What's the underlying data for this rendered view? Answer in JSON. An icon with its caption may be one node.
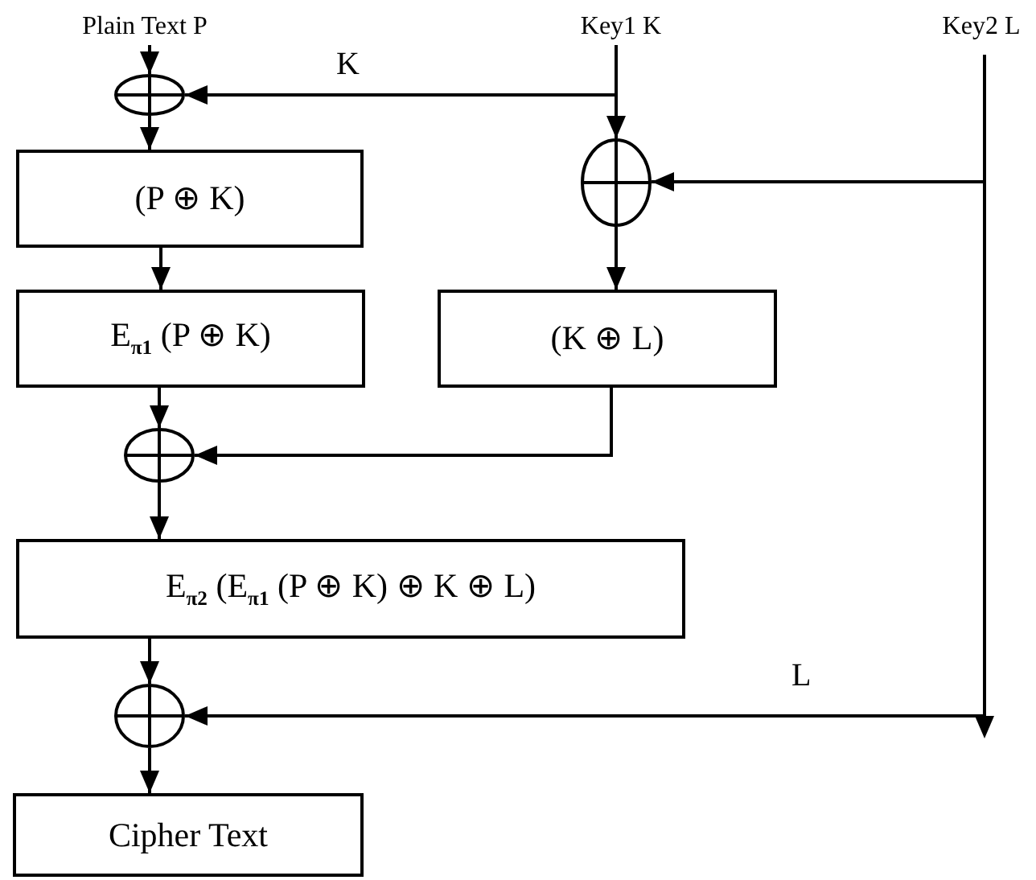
{
  "diagram": {
    "nodes": [
      {
        "text": [
          "Plain Text P"
        ]
      },
      {
        "text": [
          "Key1 K"
        ]
      },
      {
        "text": [
          "Key2 L"
        ]
      },
      {
        "text": [],
        "shape": "circle"
      },
      {
        "text": [
          "(P ⊕ K)"
        ]
      },
      {
        "text": [],
        "shape": "circle"
      },
      {
        "text": [
          "E$_{π1}$ (P ⊕ K)"
        ]
      },
      {
        "text": [
          "(K ⊕ L)"
        ]
      },
      {
        "text": [],
        "shape": "circle"
      },
      {
        "text": [
          "E$_{π2}$ (E$_{π1}$ (P ⊕ K) ⊕ K ⊕ L)"
        ]
      },
      {
        "text": [],
        "shape": "circle"
      },
      {
        "text": [
          "Cipher Text"
        ]
      }
    ],
    "edges": [
      {
        "from": 0,
        "to": 3,
        "arrow": "to"
      },
      {
        "from": 3,
        "to": 4,
        "arrow": "to"
      },
      {
        "from": 1,
        "to": 3,
        "arrow": "to",
        "label": "K"
      },
      {
        "from": 1,
        "to": 5,
        "arrow": "to"
      },
      {
        "from": 2,
        "to": 5,
        "arrow": "to"
      },
      {
        "from": 4,
        "to": 6,
        "arrow": "to"
      },
      {
        "from": 5,
        "to": 7,
        "arrow": "to"
      },
      {
        "from": 6,
        "to": 8,
        "arrow": "to"
      },
      {
        "from": 7,
        "to": 8,
        "arrow": "to"
      },
      {
        "from": 8,
        "to": 9,
        "arrow": "to"
      },
      {
        "from": 9,
        "to": 10,
        "arrow": "to"
      },
      {
        "from": 2,
        "to": 10,
        "arrow": "to",
        "label": "L"
      },
      {
        "from": 10,
        "to": 11,
        "arrow": "to"
      }
    ]
  }
}
